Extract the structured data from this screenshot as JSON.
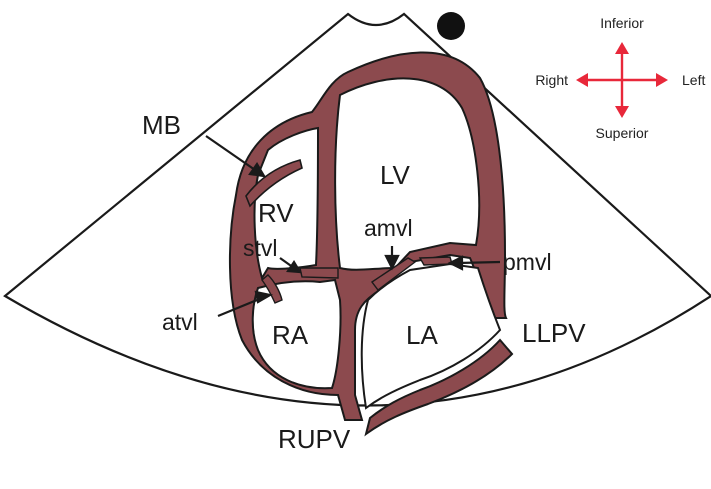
{
  "compass": {
    "top": "Inferior",
    "left": "Right",
    "right": "Left",
    "bottom": "Superior",
    "arrow_color": "#e8283a"
  },
  "labels": {
    "mb": "MB",
    "rv": "RV",
    "lv": "LV",
    "stvl": "stvl",
    "amvl": "amvl",
    "pmvl": "pmvl",
    "atvl": "atvl",
    "ra": "RA",
    "la": "LA",
    "llpv": "LLPV",
    "rupv": "RUPV"
  },
  "colors": {
    "myocardium": "#8c4a4e",
    "outline": "#1a1a1a",
    "marker": "#111111"
  }
}
